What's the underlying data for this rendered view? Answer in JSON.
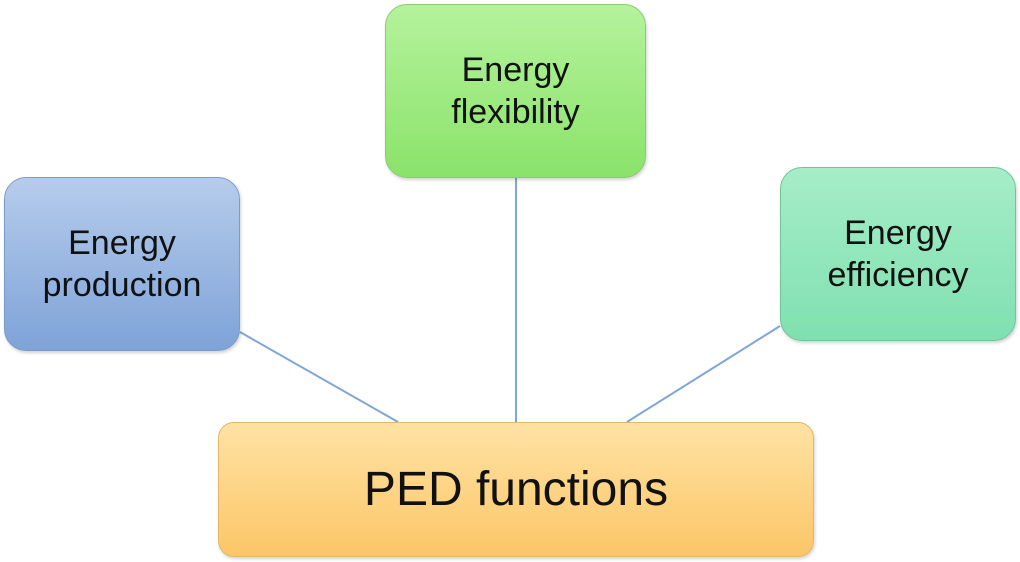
{
  "center": {
    "label": "PED functions",
    "color_top": "#ffe2a4",
    "color_bottom": "#fbc667"
  },
  "branches": [
    {
      "label_line1": "Energy",
      "label_line2": "production",
      "color_top": "#b6cceb",
      "color_bottom": "#7ea3d8"
    },
    {
      "label_line1": "Energy",
      "label_line2": "flexibility",
      "color_top": "#b5f29c",
      "color_bottom": "#8ae36a"
    },
    {
      "label_line1": "Energy",
      "label_line2": "efficiency",
      "color_top": "#a6edc8",
      "color_bottom": "#7fe0b0"
    }
  ],
  "connector_color": "#7fa6d6"
}
